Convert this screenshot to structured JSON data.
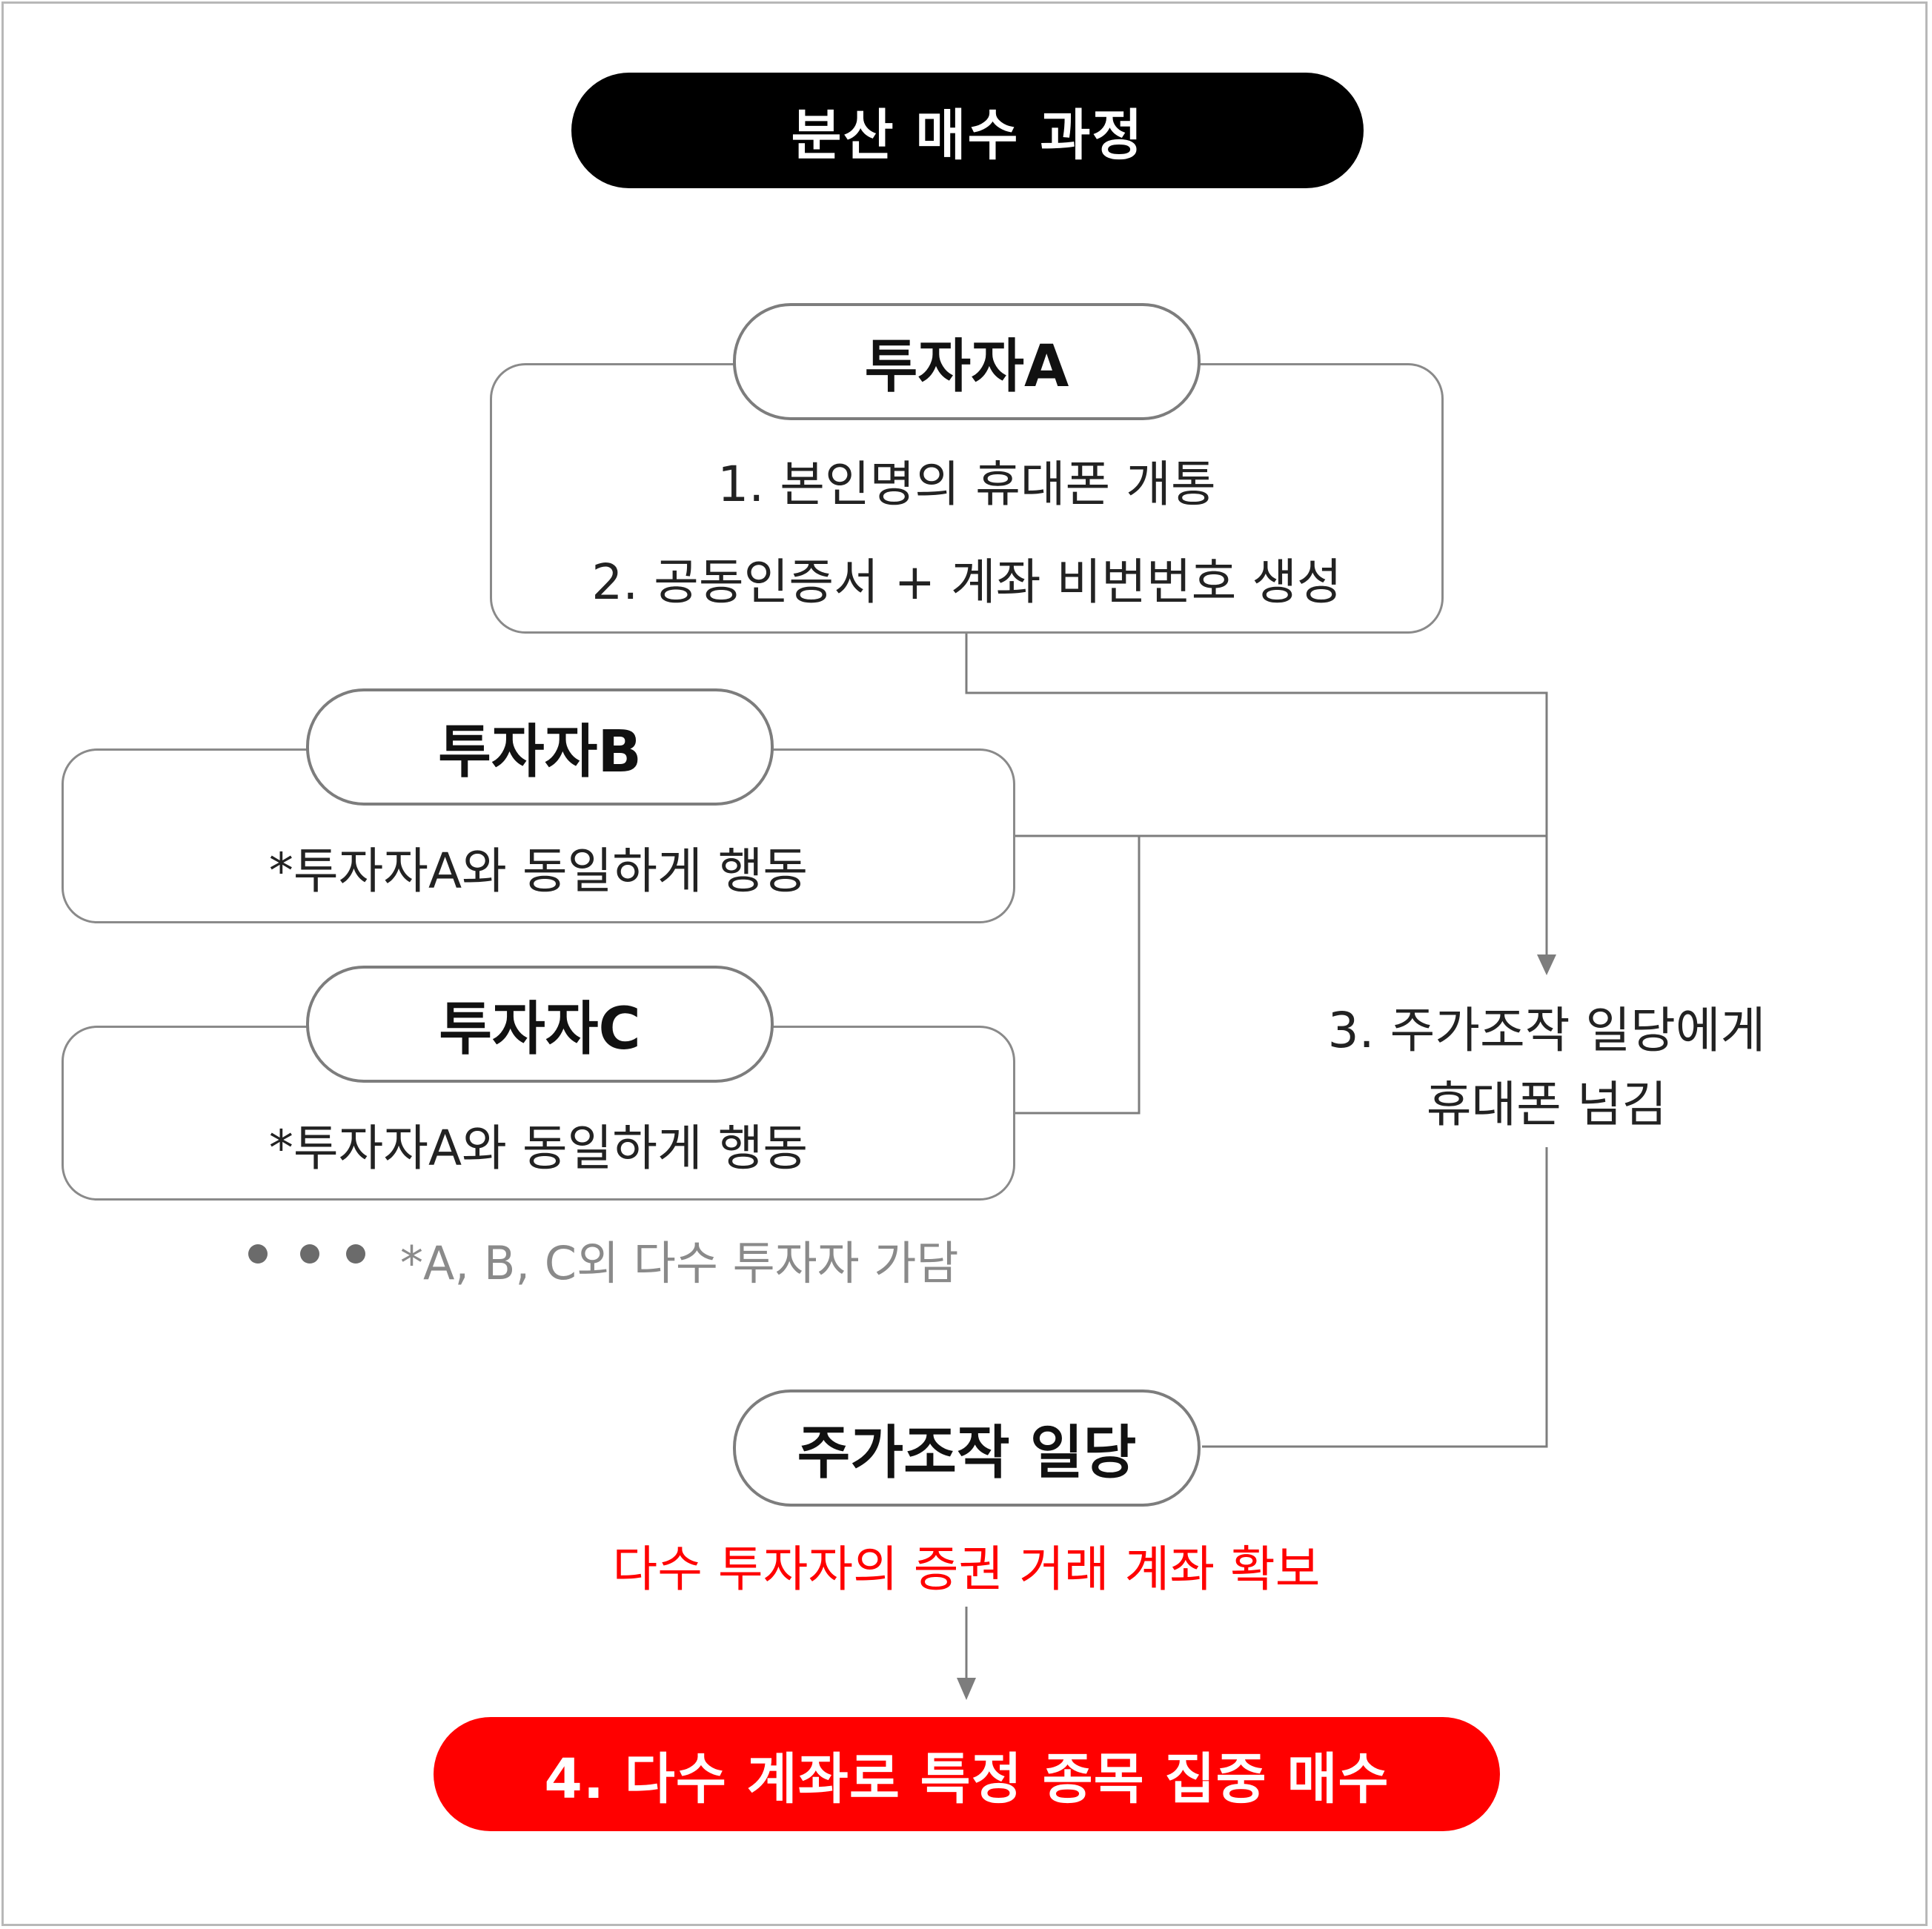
{
  "title": "분산 매수 과정",
  "investor_a": {
    "name": "투자자A",
    "steps": [
      "1. 본인명의 휴대폰 개통",
      "2. 공동인증서 + 계좌 비번번호 생성"
    ]
  },
  "investor_b": {
    "name": "투자자B",
    "note": "*투자자A와 동일하게 행동"
  },
  "investor_c": {
    "name": "투자자C",
    "note": "*투자자A와 동일하게 행동"
  },
  "others_note": "*A, B, C외 다수 투자자 가담",
  "step3": {
    "line1": "3. 주가조작 일당에게",
    "line2": "휴대폰 넘김"
  },
  "gang": {
    "name": "주가조작 일당",
    "result": "다수 투자자의 증권 거래 계좌 확보"
  },
  "final_step": "4. 다수 계좌로 특정 종목 집중 매수",
  "colors": {
    "accent_red": "#ff0000",
    "title_bg": "#000000",
    "line_gray": "#7d7d7d"
  }
}
